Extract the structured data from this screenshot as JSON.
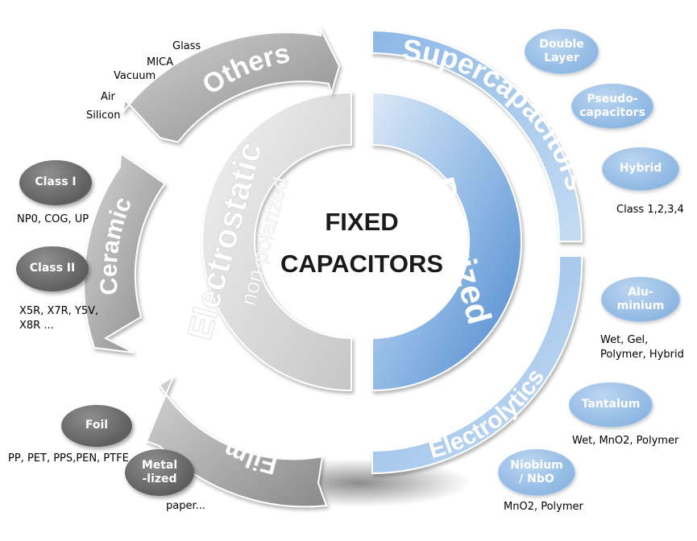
{
  "center": {
    "line1": "FIXED",
    "line2": "CAPACITORS"
  },
  "left_half": {
    "title": "Electrostatic",
    "subtitle": "non-polarized"
  },
  "right_half": {
    "title": "Polarized"
  },
  "arrows": {
    "others": "Others",
    "ceramic": "Ceramic",
    "film": "Film"
  },
  "arcs": {
    "supercapacitors": "Supercapacitors",
    "electrolytics": "Electrolytics"
  },
  "others_items": [
    "Glass",
    "MICA",
    "Vacuum",
    "Air",
    "Silicon"
  ],
  "ceramic": {
    "class1": "Class I",
    "class1_detail": "NP0, COG, UP",
    "class2": "Class II",
    "class2_detail": "X5R, X7R, Y5V,\nX8R ..."
  },
  "film": {
    "foil": "Foil",
    "foil_detail": "PP, PET, PPS,PEN, PTFE",
    "metallized": "Metal\n-lized",
    "metallized_detail": "paper..."
  },
  "supercap": {
    "double_layer": "Double\nLayer",
    "pseudo": "Pseudo-\ncapacitors",
    "hybrid": "Hybrid",
    "hybrid_detail": "Class 1,2,3,4"
  },
  "electrolytic": {
    "aluminium": "Alu-\nminium",
    "aluminium_detail": "Wet, Gel,\nPolymer, Hybrid",
    "tantalum": "Tantalum",
    "tantalum_detail": "Wet, MnO2, Polymer",
    "niobium": "Niobium\n/ NbO",
    "niobium_detail": "MnO2, Polymer"
  },
  "colors": {
    "grey_dark": "#6a6a6a",
    "grey_light": "#bdbdbd",
    "blue_light": "#a9c8ea",
    "blue_dark": "#5d93d3"
  }
}
